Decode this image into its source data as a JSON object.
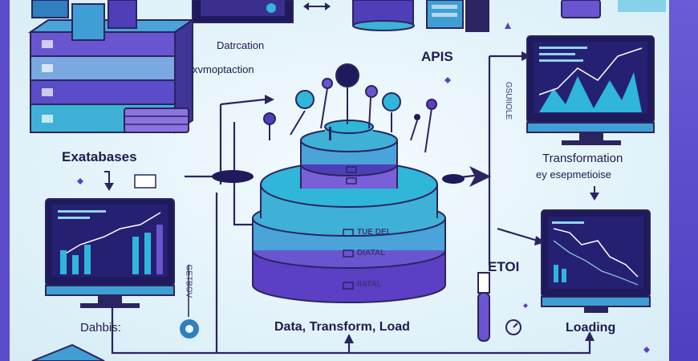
{
  "labels": {
    "datrcation": "Datrcation",
    "xvmoptaction": "xvmoptaction",
    "apis": "APIS",
    "exatabases": "Exatabases",
    "transformation": "Transformation",
    "transformation_sub": "ey esepmetioise",
    "etoi": "ETOI",
    "dahbise": "Dahbis:",
    "etl_caption": "Data, Transform, Load",
    "loading": "Loading",
    "vertical_left": "GETBOV",
    "vertical_right": "GSUIIOLE",
    "tier_label_1": "TUE DEL",
    "tier_label_2": "DIATAL",
    "tier_label_3": "IIATAL"
  },
  "colors": {
    "accent_purple": "#5b3fc4",
    "accent_cyan": "#2fb6d8",
    "dark_navy": "#1e1a5c",
    "line": "#2b2460"
  }
}
